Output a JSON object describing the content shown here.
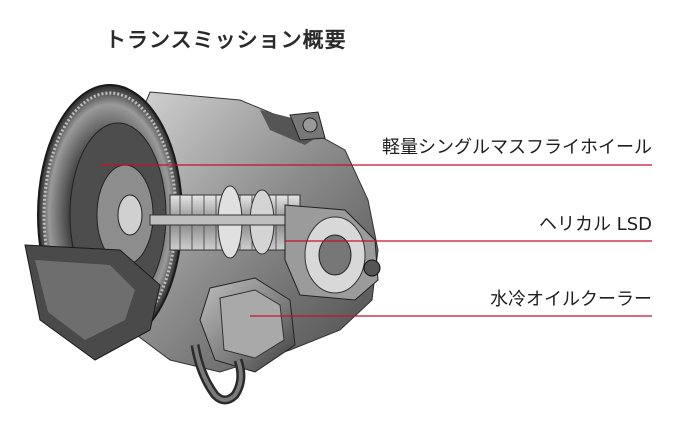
{
  "title": "トランスミッション概要",
  "callouts": [
    {
      "label": "軽量シングルマスフライホイール"
    },
    {
      "label": "ヘリカル LSD"
    },
    {
      "label": "水冷オイルクーラー"
    }
  ],
  "colors": {
    "leader_line": "#c8102e",
    "text": "#1e1e1e"
  },
  "image": {
    "subject": "transmission-cutaway-illustration"
  }
}
